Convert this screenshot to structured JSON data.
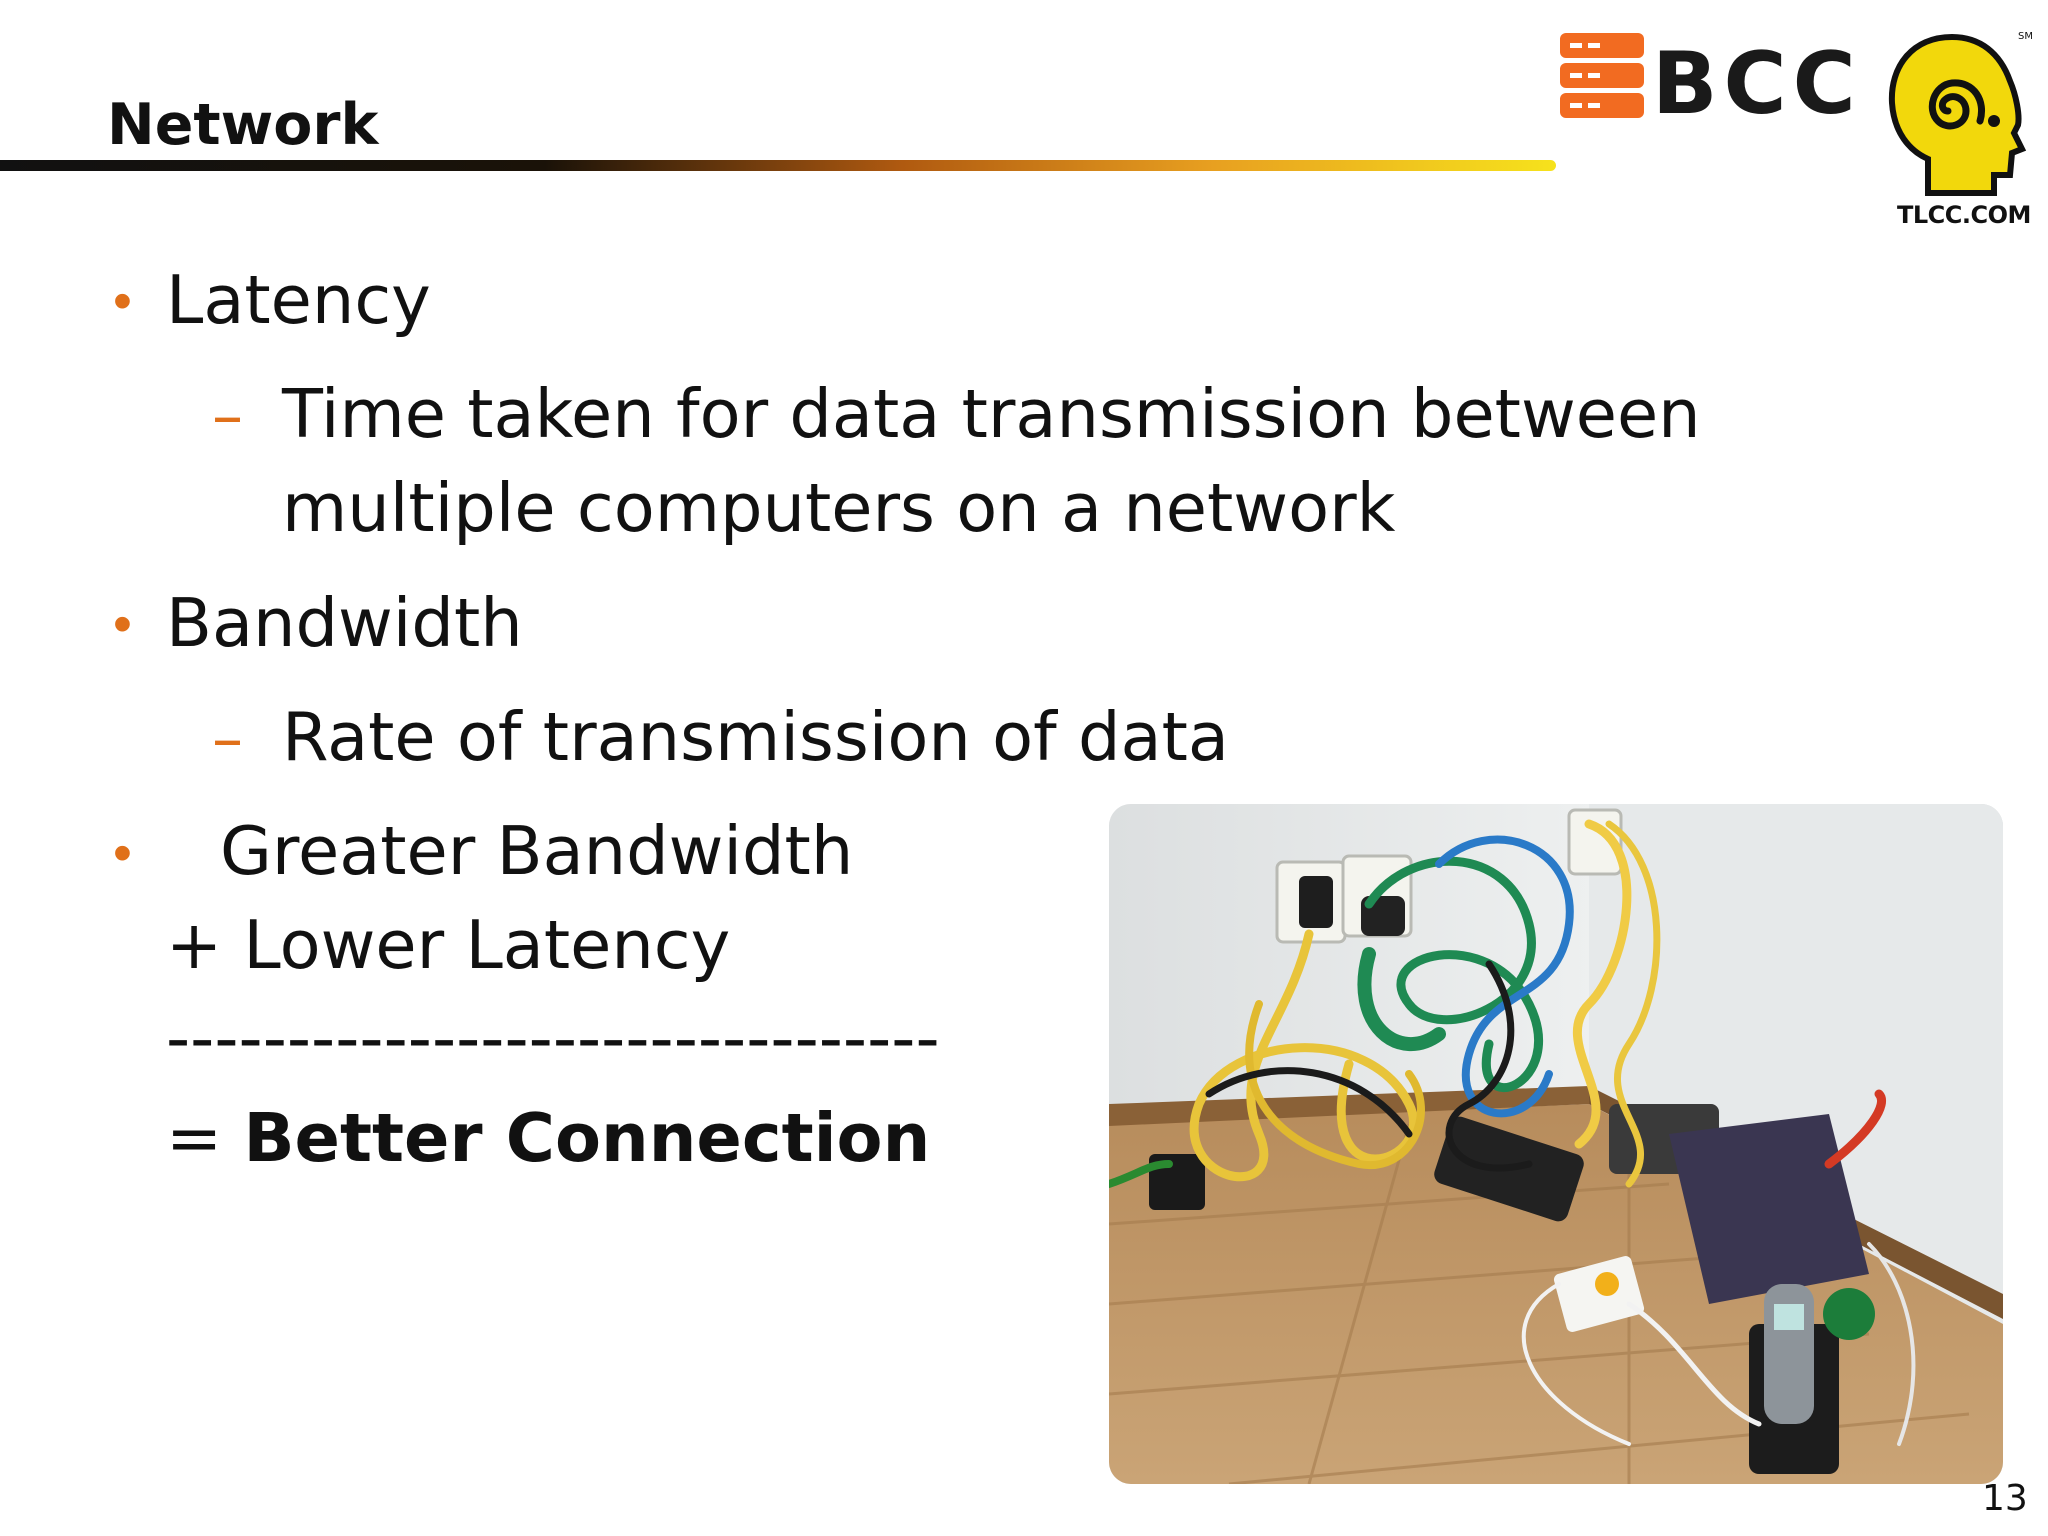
{
  "slide": {
    "title": "Network",
    "page_number": "13"
  },
  "logo": {
    "brand_text": "BCC",
    "url_text": "TLCC.COM",
    "service_mark": "SM",
    "colors": {
      "bcc_orange": "#f26b21",
      "head_yellow": "#f2d80c"
    }
  },
  "bullets": {
    "latency_heading": "Latency",
    "latency_desc_line1": "Time taken for data transmission between",
    "latency_desc_line2": "multiple computers on a network",
    "bandwidth_heading": "Bandwidth",
    "bandwidth_desc": "Rate of transmission of data",
    "formula_line1": "Greater Bandwidth",
    "formula_line2": "+ Lower Latency",
    "formula_divider": "--------------------------------",
    "formula_result_prefix": "= ",
    "formula_result": "Better Connection"
  },
  "colors": {
    "accent": "#e0701a",
    "text": "#111111"
  }
}
